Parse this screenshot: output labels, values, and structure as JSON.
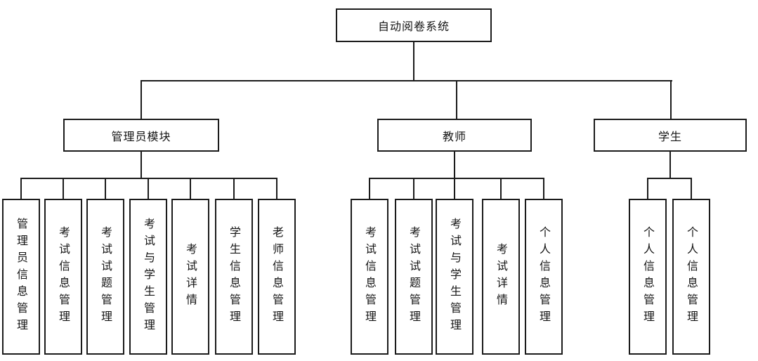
{
  "diagram": {
    "title": "自动阅卷系统",
    "root": {
      "label": "自动阅卷系统"
    },
    "branches": [
      {
        "label": "管理员模块",
        "children": [
          "管理员信息管理",
          "考试信息管理",
          "考试试题管理",
          "考试与学生管理",
          "考试详情",
          "学生信息管理",
          "老师信息管理"
        ]
      },
      {
        "label": "教师",
        "children": [
          "考试信息管理",
          "考试试题管理",
          "考试与学生管理",
          "考试详情",
          "个人信息管理"
        ]
      },
      {
        "label": "学生",
        "children": [
          "个人信息管理",
          "个人信息管理"
        ]
      }
    ],
    "colors": {
      "background": "#ffffff",
      "border": "#1b1b1b",
      "line": "#1b1b1b",
      "text": "#141414"
    }
  }
}
